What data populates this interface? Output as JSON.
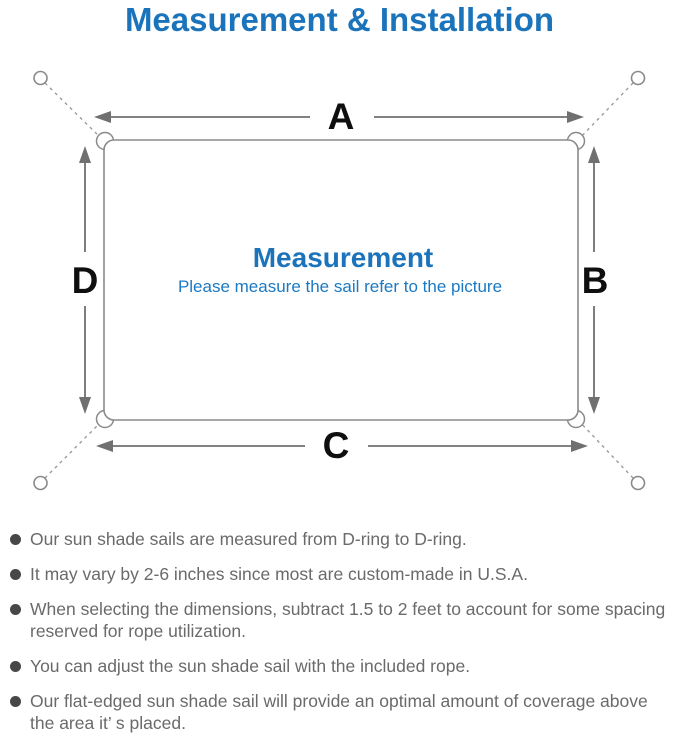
{
  "title": "Measurement & Installation",
  "diagram": {
    "center_title": "Measurement",
    "center_subtitle": "Please measure the sail refer to the picture",
    "labels": {
      "top": "A",
      "right": "B",
      "bottom": "C",
      "left": "D"
    }
  },
  "notes": {
    "items": [
      "Our sun shade sails are measured from D-ring to D-ring.",
      "It may vary by 2-6 inches since most are custom-made in U.S.A.",
      "When selecting the dimensions, subtract 1.5 to 2 feet to account for some spacing reserved for rope utilization.",
      "You can adjust the sun shade sail with the included rope.",
      "Our flat-edged sun shade sail will provide an optimal amount of coverage above the area it’ s placed."
    ]
  },
  "colors": {
    "accent_blue": "#1b74bb",
    "subtitle_blue": "#1b79c2",
    "line_gray": "#8a8a8a",
    "arrow_gray": "#707070",
    "body_text_gray": "#6a6a6a",
    "label_black": "#0f0f0f"
  }
}
